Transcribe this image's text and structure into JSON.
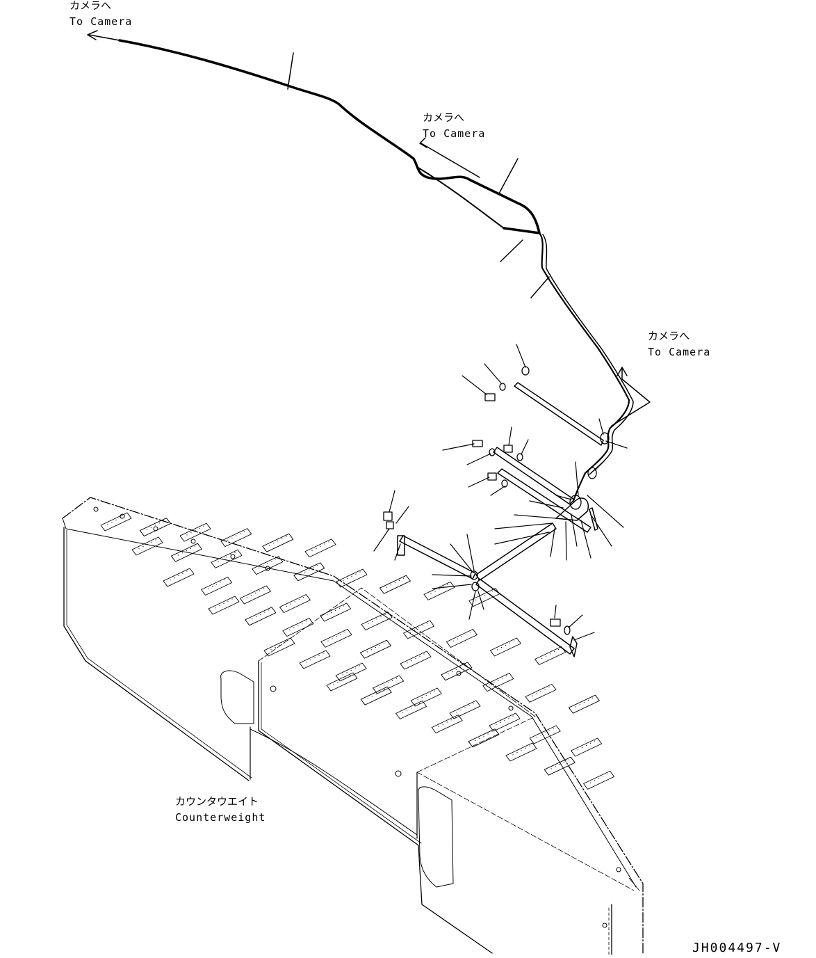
{
  "labels": {
    "camera_1": {
      "jp": "カメラへ",
      "en": "To Camera"
    },
    "camera_2": {
      "jp": "カメラへ",
      "en": "To Camera"
    },
    "camera_3": {
      "jp": "カメラへ",
      "en": "To Camera"
    },
    "counterweight": {
      "jp": "カウンタウエイト",
      "en": "Counterweight"
    }
  },
  "drawing_code": "JH004497-V"
}
